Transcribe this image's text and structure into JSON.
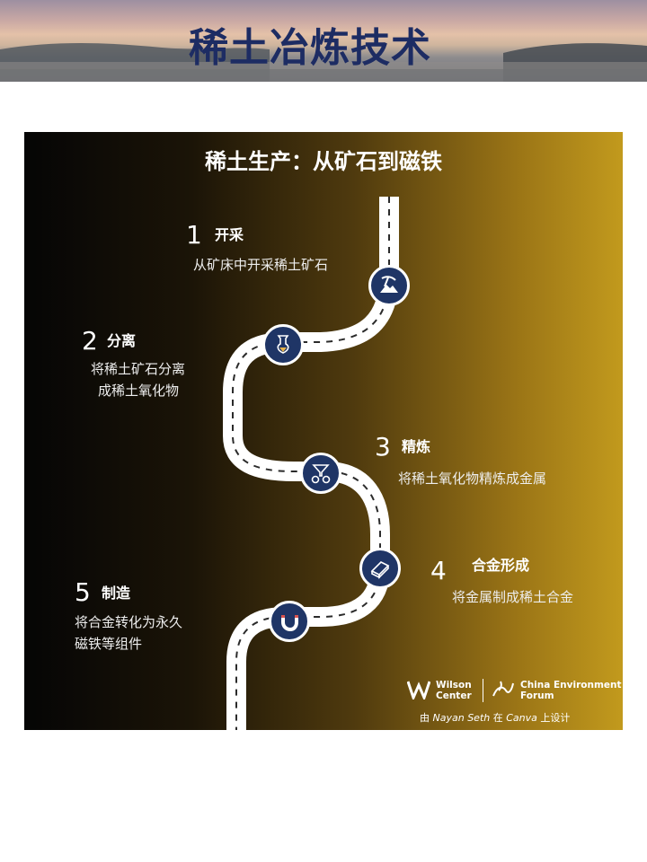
{
  "header": {
    "title": "稀土冶炼技术"
  },
  "infographic": {
    "title": "稀土生产：从矿石到磁铁",
    "steps": [
      {
        "number": "1",
        "name": "开采",
        "desc": [
          "从矿床中开采稀土矿石"
        ],
        "icon": "mining-icon"
      },
      {
        "number": "2",
        "name": "分离",
        "desc": [
          "将稀土矿石分离",
          "成稀土氧化物"
        ],
        "icon": "separation-funnel-icon"
      },
      {
        "number": "3",
        "name": "精炼",
        "desc": [
          "将稀土氧化物精炼成金属"
        ],
        "icon": "refining-gears-icon"
      },
      {
        "number": "4",
        "name": "合金形成",
        "desc": [
          "将金属制成稀土合金"
        ],
        "icon": "alloy-ingot-icon"
      },
      {
        "number": "5",
        "name": "制造",
        "desc": [
          "将合金转化为永久",
          "磁铁等组件"
        ],
        "icon": "magnet-icon"
      }
    ],
    "logos": {
      "wilson_line1": "Wilson",
      "wilson_line2": "Center",
      "cef_line1": "China Environment",
      "cef_line2": "Forum"
    },
    "credit": {
      "prefix": "由",
      "author": "Nayan Seth",
      "middle": "在",
      "tool": "Canva",
      "suffix": "上设计"
    },
    "colors": {
      "title_color": "#1d2c63",
      "badge_fill": "#1f3566",
      "road": "#ffffff",
      "gradient_end": "#c29a1d"
    }
  }
}
